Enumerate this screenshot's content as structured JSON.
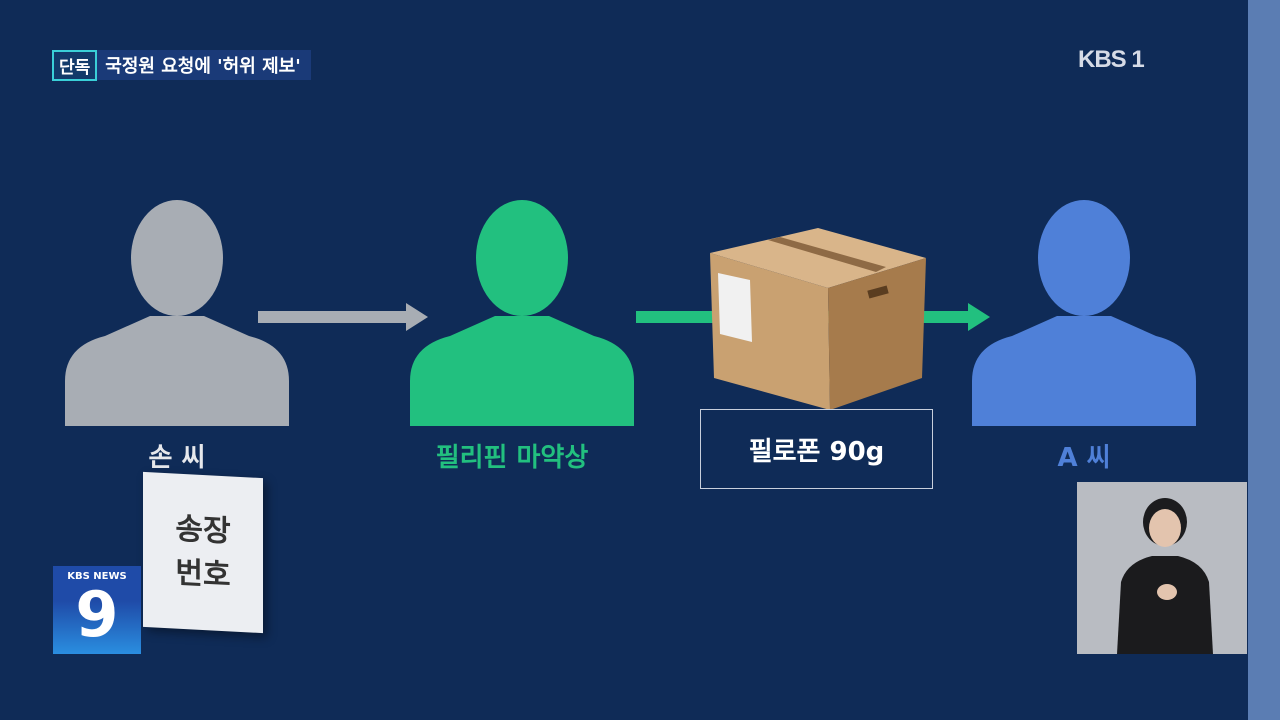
{
  "headline": {
    "tag": "단독",
    "text": "국정원 요청에 '허위 제보'"
  },
  "channel": "KBS 1",
  "people": [
    {
      "label": "손 씨",
      "color": "#a8adb4"
    },
    {
      "label": "필리핀 마약상",
      "color": "#22c07f"
    },
    {
      "label": "A 씨",
      "color": "#4f80d8"
    }
  ],
  "package_label": "필로폰 90g",
  "note": {
    "line1": "송장",
    "line2": "번호"
  },
  "news_logo": {
    "top": "KBS NEWS",
    "number": "9"
  },
  "colors": {
    "background": "#0f2b57",
    "arrow_gray": "#a8adb4",
    "arrow_green": "#22c07f"
  }
}
